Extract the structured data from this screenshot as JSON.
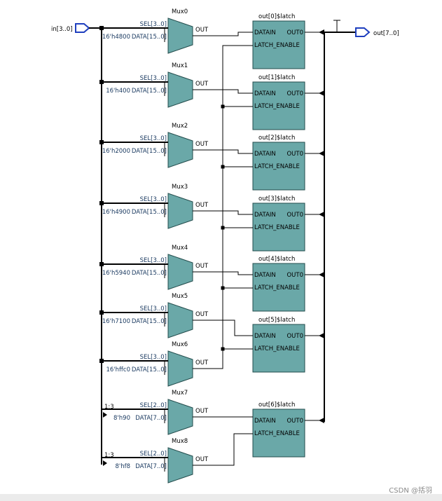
{
  "input_port": {
    "label": "in[3..0]"
  },
  "output_port": {
    "label": "out[7..0]"
  },
  "port_labels": {
    "out": "OUT",
    "datain": "DATAIN",
    "out0": "OUT0",
    "latch_enable": "LATCH_ENABLE"
  },
  "muxes": [
    {
      "name": "Mux0",
      "sel": "SEL[3..0]",
      "const": "16'h4800",
      "data": "DATA[15..0]",
      "tap": ""
    },
    {
      "name": "Mux1",
      "sel": "SEL[3..0]",
      "const": "16'h400",
      "data": "DATA[15..0]",
      "tap": ""
    },
    {
      "name": "Mux2",
      "sel": "SEL[3..0]",
      "const": "16'h2000",
      "data": "DATA[15..0]",
      "tap": ""
    },
    {
      "name": "Mux3",
      "sel": "SEL[3..0]",
      "const": "16'h4900",
      "data": "DATA[15..0]",
      "tap": ""
    },
    {
      "name": "Mux4",
      "sel": "SEL[3..0]",
      "const": "16'h5940",
      "data": "DATA[15..0]",
      "tap": ""
    },
    {
      "name": "Mux5",
      "sel": "SEL[3..0]",
      "const": "16'h7100",
      "data": "DATA[15..0]",
      "tap": ""
    },
    {
      "name": "Mux6",
      "sel": "SEL[3..0]",
      "const": "16'hffc0",
      "data": "DATA[15..0]",
      "tap": ""
    },
    {
      "name": "Mux7",
      "sel": "SEL[2..0]",
      "const": "8'h90",
      "data": "DATA[7..0]",
      "tap": "1:3"
    },
    {
      "name": "Mux8",
      "sel": "SEL[2..0]",
      "const": "8'hf8",
      "data": "DATA[7..0]",
      "tap": "1:3"
    }
  ],
  "latches": [
    {
      "name": "out[0]$latch"
    },
    {
      "name": "out[1]$latch"
    },
    {
      "name": "out[2]$latch"
    },
    {
      "name": "out[3]$latch"
    },
    {
      "name": "out[4]$latch"
    },
    {
      "name": "out[5]$latch"
    },
    {
      "name": "out[6]$latch"
    }
  ],
  "watermark": "CSDN @括羽",
  "colors": {
    "block_fill": "#6aa8a8",
    "block_stroke": "#234c4c",
    "port_blue": "#1f3fbf",
    "label_blue": "#17375e"
  }
}
